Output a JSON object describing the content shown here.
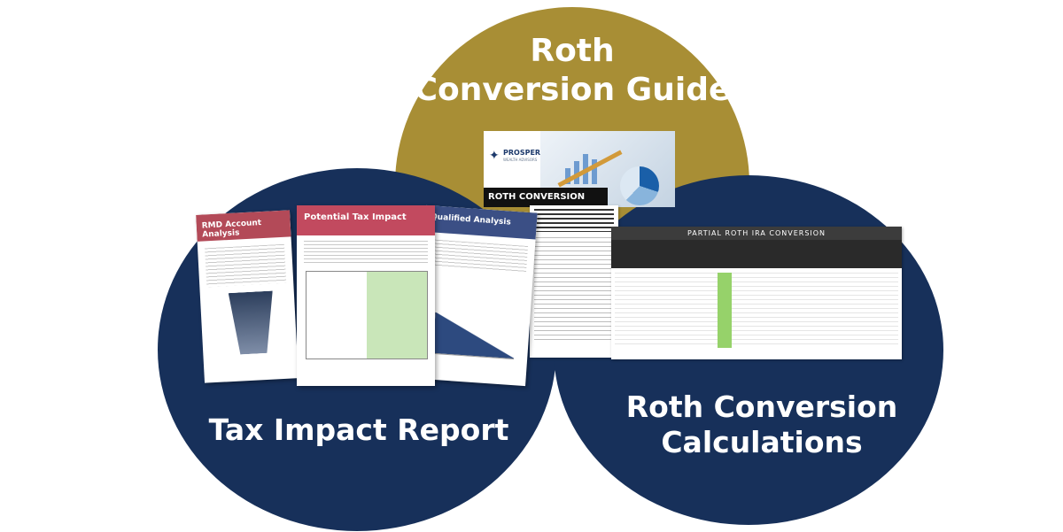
{
  "sections": {
    "guide": {
      "title_line1": "Roth",
      "title_line2": "Conversion Guide"
    },
    "tax_report": {
      "title": "Tax Impact Report"
    },
    "calculations": {
      "title_line1": "Roth Conversion",
      "title_line2": "Calculations"
    }
  },
  "guide_cover": {
    "logo_name": "PROSPER",
    "logo_sub": "WEALTH ADVISORS",
    "banner": "ROTH CONVERSION GUIDE"
  },
  "report_pages": {
    "rmd_title": "RMD Account Analysis",
    "tax_title": "Potential Tax Impact",
    "qualified_title": "Qualified Analysis"
  },
  "calc_sheet": {
    "title": "PARTIAL ROTH IRA CONVERSION"
  },
  "colors": {
    "gold": "#a88e35",
    "navy": "#17305a",
    "report_red": "#c24a5f"
  }
}
